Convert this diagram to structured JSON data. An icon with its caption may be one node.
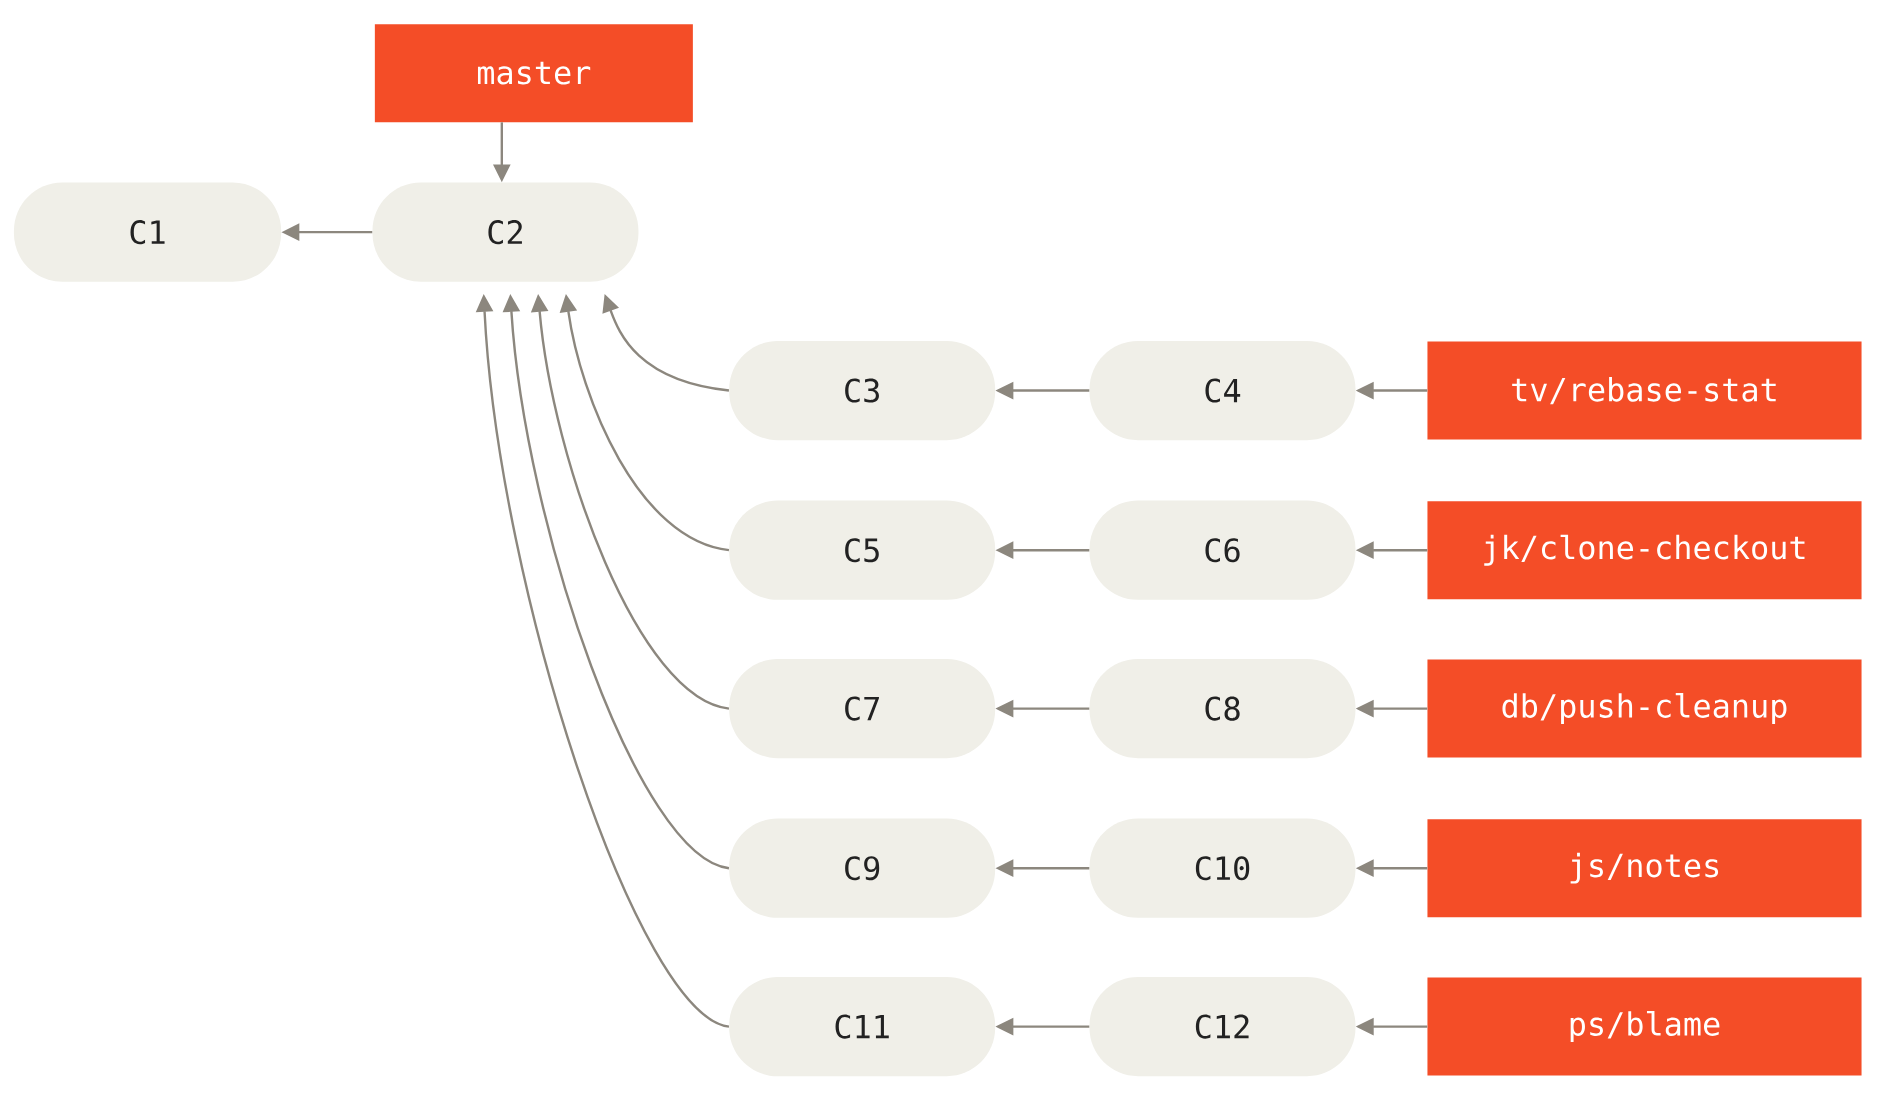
{
  "diagram": {
    "nodes": [
      {
        "text": [
          "master"
        ]
      },
      {
        "text": [
          "C1"
        ]
      },
      {
        "text": [
          "C2"
        ]
      },
      {
        "text": [
          "C3"
        ]
      },
      {
        "text": [
          "C4"
        ]
      },
      {
        "text": [
          "tv/rebase-stat"
        ]
      },
      {
        "text": [
          "C5"
        ]
      },
      {
        "text": [
          "C6"
        ]
      },
      {
        "text": [
          "jk/clone-checkout"
        ]
      },
      {
        "text": [
          "C7"
        ]
      },
      {
        "text": [
          "C8"
        ]
      },
      {
        "text": [
          "db/push-cleanup"
        ]
      },
      {
        "text": [
          "C9"
        ]
      },
      {
        "text": [
          "C10"
        ]
      },
      {
        "text": [
          "js/notes"
        ]
      },
      {
        "text": [
          "C11"
        ]
      },
      {
        "text": [
          "C12"
        ]
      },
      {
        "text": [
          "ps/blame"
        ]
      }
    ],
    "edges": [
      {
        "from": 0,
        "to": 2,
        "arrow": "to"
      },
      {
        "from": 2,
        "to": 1,
        "arrow": "to"
      },
      {
        "from": 3,
        "to": 2,
        "arrow": "to"
      },
      {
        "from": 4,
        "to": 3,
        "arrow": "to"
      },
      {
        "from": 5,
        "to": 4,
        "arrow": "to"
      },
      {
        "from": 6,
        "to": 2,
        "arrow": "to"
      },
      {
        "from": 7,
        "to": 6,
        "arrow": "to"
      },
      {
        "from": 8,
        "to": 7,
        "arrow": "to"
      },
      {
        "from": 9,
        "to": 2,
        "arrow": "to"
      },
      {
        "from": 10,
        "to": 9,
        "arrow": "to"
      },
      {
        "from": 11,
        "to": 10,
        "arrow": "to"
      },
      {
        "from": 12,
        "to": 2,
        "arrow": "to"
      },
      {
        "from": 13,
        "to": 12,
        "arrow": "to"
      },
      {
        "from": 14,
        "to": 13,
        "arrow": "to"
      },
      {
        "from": 15,
        "to": 2,
        "arrow": "to"
      },
      {
        "from": 16,
        "to": 15,
        "arrow": "to"
      },
      {
        "from": 17,
        "to": 16,
        "arrow": "to"
      }
    ]
  }
}
